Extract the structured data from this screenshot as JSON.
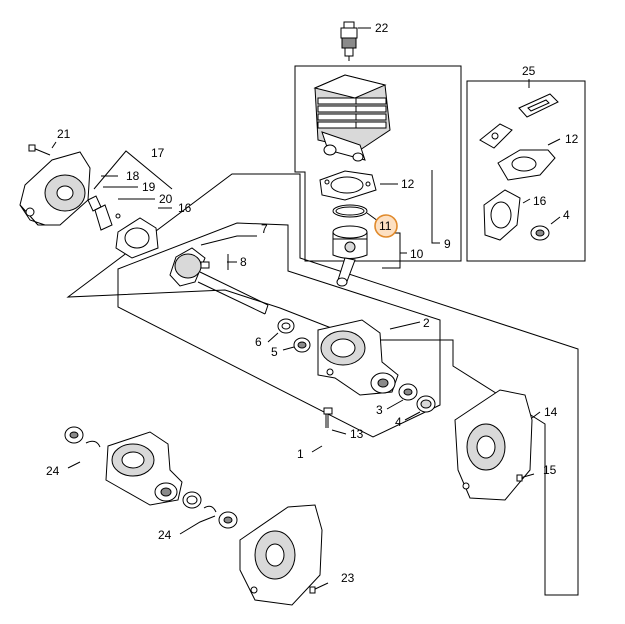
{
  "callouts": {
    "c1": "1",
    "c2": "2",
    "c3": "3",
    "c4a": "4",
    "c4b": "4",
    "c5": "5",
    "c6": "6",
    "c7": "7",
    "c8": "8",
    "c9": "9",
    "c10": "10",
    "c11": "11",
    "c12a": "12",
    "c12b": "12",
    "c13": "13",
    "c14": "14",
    "c15": "15",
    "c16a": "16",
    "c16b": "16",
    "c17": "17",
    "c18": "18",
    "c19": "19",
    "c20": "20",
    "c21": "21",
    "c22": "22",
    "c23": "23",
    "c24a": "24",
    "c24b": "24",
    "c25": "25"
  },
  "highlight": {
    "callout": "11",
    "color": "#e08a2c",
    "fill": "#fde0c2"
  }
}
